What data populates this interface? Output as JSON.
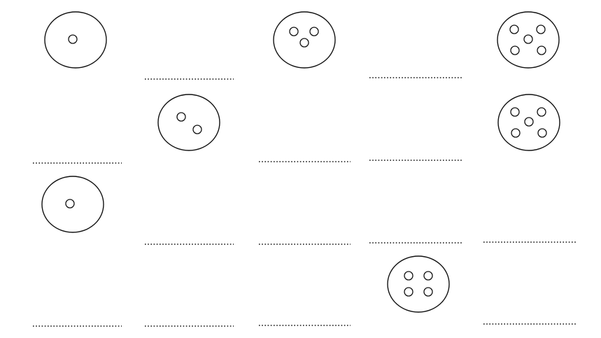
{
  "worksheet": {
    "ink_color": "#111111",
    "background": "#ffffff",
    "rows": [
      {
        "cells": [
          {
            "dots": 1
          },
          {
            "dots": 0
          },
          {
            "dots": 3
          },
          {
            "dots": 0
          },
          {
            "dots": 5
          }
        ]
      },
      {
        "cells": [
          {
            "dots": 0
          },
          {
            "dots": 2
          },
          {
            "dots": 0
          },
          {
            "dots": 0
          },
          {
            "dots": 5
          }
        ]
      },
      {
        "cells": [
          {
            "dots": 1
          },
          {
            "dots": 0
          },
          {
            "dots": 0
          },
          {
            "dots": 0
          },
          {
            "dots": 0
          }
        ]
      },
      {
        "cells": [
          {
            "dots": 0
          },
          {
            "dots": 0
          },
          {
            "dots": 0
          },
          {
            "dots": 4
          },
          {
            "dots": 0
          }
        ]
      }
    ]
  }
}
